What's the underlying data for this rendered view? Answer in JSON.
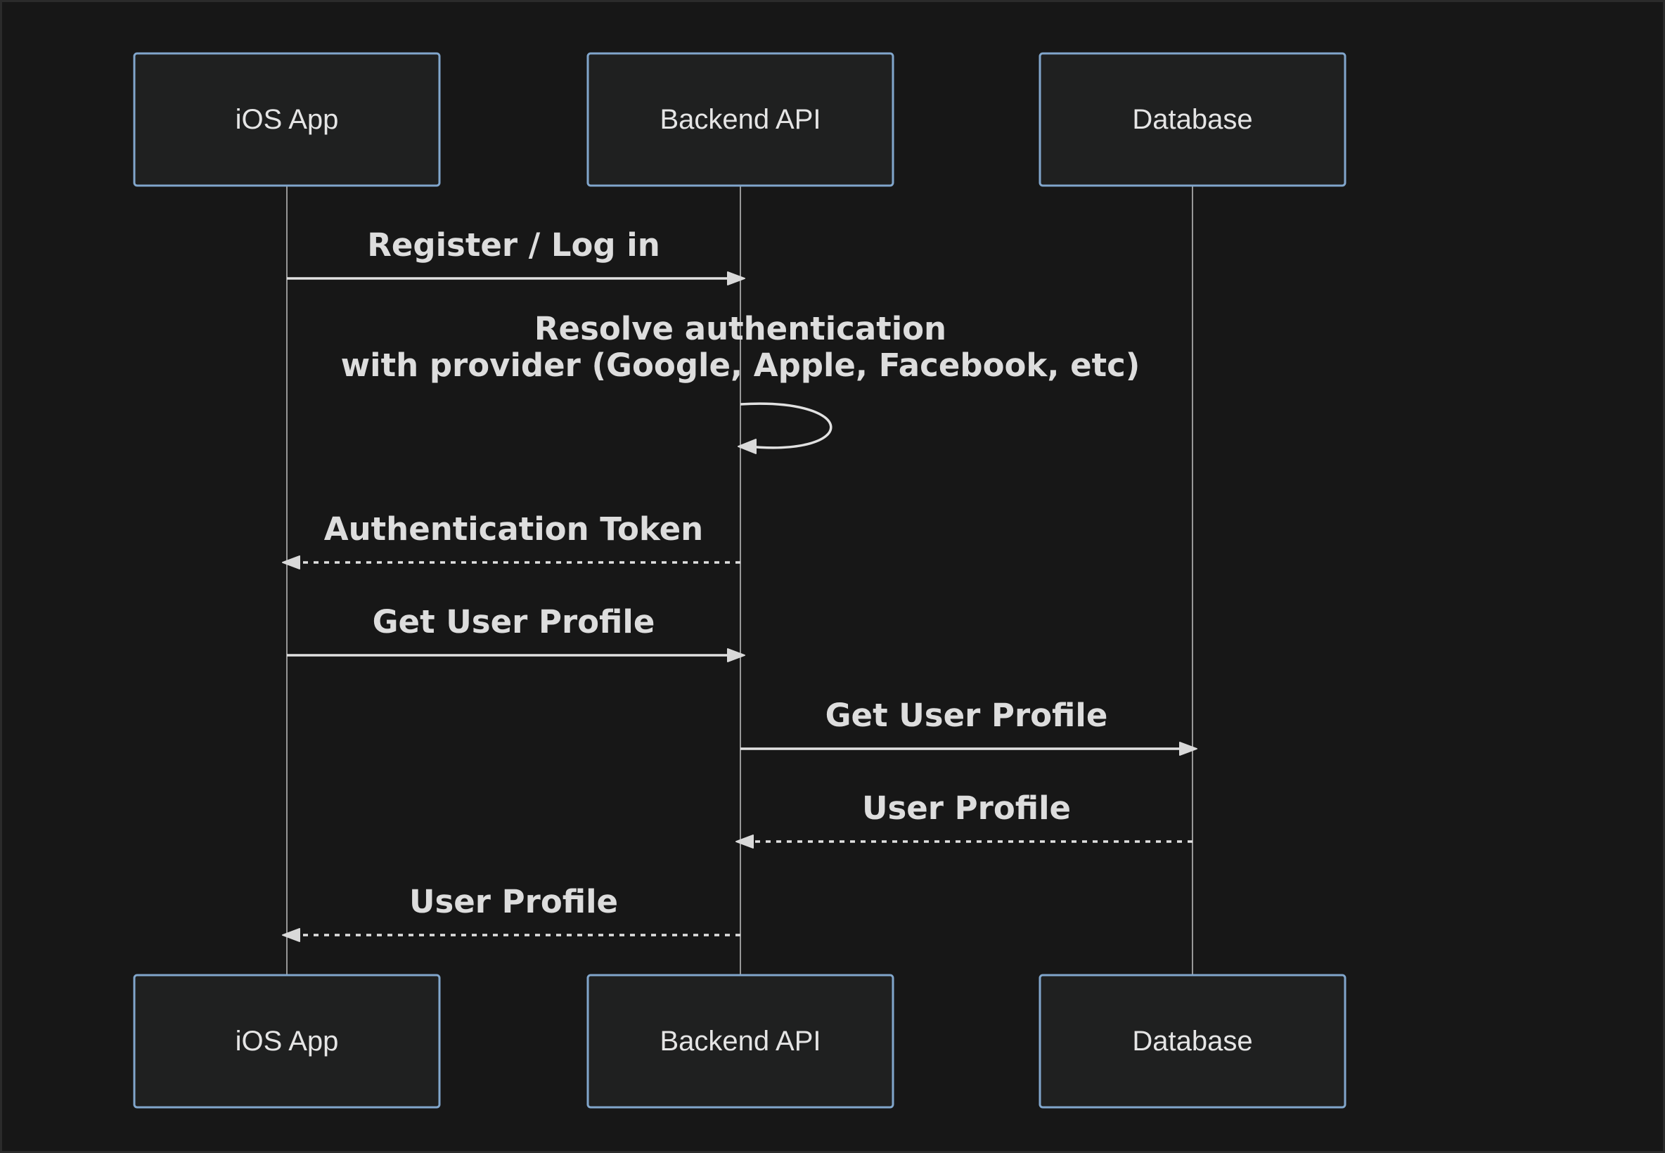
{
  "participants": [
    {
      "id": "ios",
      "label": "iOS App"
    },
    {
      "id": "api",
      "label": "Backend API"
    },
    {
      "id": "db",
      "label": "Database"
    }
  ],
  "messages": [
    {
      "from": "ios",
      "to": "api",
      "style": "solid",
      "lines": [
        "Register / Log in"
      ]
    },
    {
      "from": "api",
      "to": "api",
      "style": "solid",
      "lines": [
        "Resolve authentication",
        "with provider (Google, Apple, Facebook, etc)"
      ]
    },
    {
      "from": "api",
      "to": "ios",
      "style": "dashed",
      "lines": [
        "Authentication Token"
      ]
    },
    {
      "from": "ios",
      "to": "api",
      "style": "solid",
      "lines": [
        "Get User Profile"
      ]
    },
    {
      "from": "api",
      "to": "db",
      "style": "solid",
      "lines": [
        "Get User Profile"
      ]
    },
    {
      "from": "db",
      "to": "api",
      "style": "dashed",
      "lines": [
        "User Profile"
      ]
    },
    {
      "from": "api",
      "to": "ios",
      "style": "dashed",
      "lines": [
        "User Profile"
      ]
    }
  ],
  "colors": {
    "background": "#171717",
    "actor_fill": "#1f2020",
    "actor_border": "#81a6cc",
    "text": "#e0e0e0",
    "line": "#e1e1e1"
  }
}
